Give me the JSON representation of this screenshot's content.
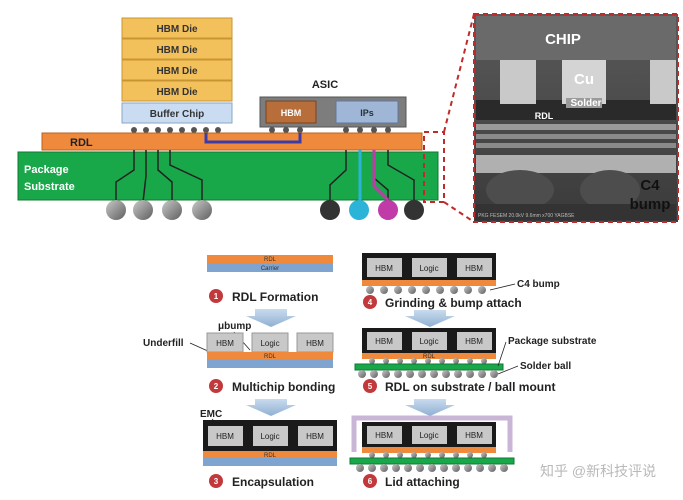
{
  "top": {
    "hbm_die_label": "HBM Die",
    "buffer_chip_label": "Buffer Chip",
    "asic_label": "ASIC",
    "asic_hbm_label": "HBM",
    "asic_ips_label": "IPs",
    "rdl_label": "RDL",
    "package_label": "Package",
    "substrate_label": "Substrate"
  },
  "sem": {
    "chip_label": "CHIP",
    "cu_label": "Cu",
    "solder_label": "Solder",
    "rdl_label": "RDL",
    "c4_label": "C4",
    "bump_label": "bump",
    "footer_text": "PKG FESEM 20.0kV 9.6mm x700 YAGBSE"
  },
  "steps": [
    {
      "num": "1",
      "title": "RDL Formation",
      "inner_rdl": "RDL",
      "inner_carrier": "Carrier"
    },
    {
      "num": "2",
      "title": "Multichip bonding",
      "callout_bump": "μbump",
      "callout_underfill": "Underfill"
    },
    {
      "num": "3",
      "title": "Encapsulation",
      "callout_emc": "EMC"
    },
    {
      "num": "4",
      "title": "Grinding & bump attach",
      "callout_c4": "C4 bump"
    },
    {
      "num": "5",
      "title": "RDL on substrate / ball mount",
      "callout_pkg": "Package substrate",
      "callout_ball": "Solder ball"
    },
    {
      "num": "6",
      "title": "Lid attaching"
    }
  ],
  "chip_labels": {
    "hbm": "HBM",
    "logic": "Logic",
    "rdl": "RDL"
  },
  "watermark": "知乎 @新科技评说",
  "colors": {
    "hbm_die": "#f3c15c",
    "buffer": "#c9dcf2",
    "asic": "#7d7d7d",
    "rdl": "#ef8a3c",
    "substrate": "#18a84a",
    "step_badge": "#c2393b",
    "arrow": "#9fbcd9",
    "chip_fill": "#c8c8c8",
    "lid": "#c9b5d6"
  }
}
